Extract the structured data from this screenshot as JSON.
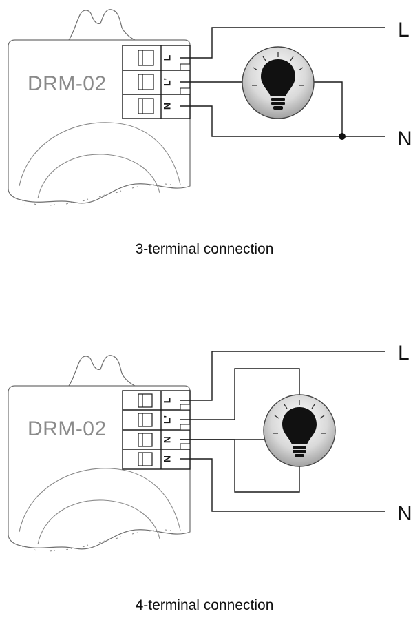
{
  "diagram_3": {
    "device_name": "DRM-02",
    "terminals": [
      "L",
      "L'",
      "N"
    ],
    "line_L": "L",
    "line_N": "N",
    "caption": "3-terminal connection"
  },
  "diagram_4": {
    "device_name": "DRM-02",
    "terminals": [
      "L",
      "L'",
      "N",
      "N"
    ],
    "line_L": "L",
    "line_N": "N",
    "caption": "4-terminal connection"
  }
}
